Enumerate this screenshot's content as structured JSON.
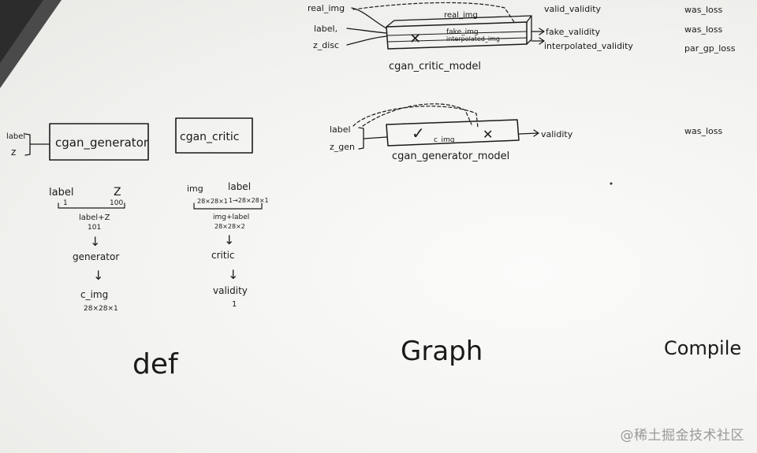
{
  "critic_graph": {
    "inputs": [
      "real_img",
      "label,",
      "z_disc"
    ],
    "inner_labels": [
      "real_img",
      "fake_img",
      "interpolated_img"
    ],
    "cross_mark": "✕",
    "outputs": [
      "valid_validity",
      "fake_validity",
      "interpolated_validity"
    ],
    "model_name": "cgan_critic_model"
  },
  "generator_graph": {
    "inputs": [
      "label",
      "z_gen"
    ],
    "check_mark": "✓",
    "inner_label": "c_img",
    "cross_mark": "✕",
    "output": "validity",
    "model_name": "cgan_generator_model"
  },
  "compile": {
    "critic_losses": [
      "was_loss",
      "was_loss",
      "par_gp_loss"
    ],
    "generator_loss": "was_loss",
    "section_title": "Compile"
  },
  "graph_section_title": "Graph",
  "def_section_title": "def",
  "generator_def": {
    "input_label": "label",
    "input_z": "z",
    "box_title": "cgan_generator",
    "flow": {
      "label": "label",
      "label_dim": "1",
      "z": "Z",
      "z_dim": "100",
      "concat": "label+Z",
      "concat_dim": "101",
      "arrow": "↓",
      "stage": "generator",
      "output": "c_img",
      "output_dim": "28×28×1"
    }
  },
  "critic_def": {
    "box_title": "cgan_critic",
    "flow": {
      "img": "img",
      "img_dim": "28×28×1",
      "label": "label",
      "label_dim": "1→28×28×1",
      "concat": "img+label",
      "concat_dim": "28×28×2",
      "arrow": "↓",
      "stage": "critic",
      "output": "validity",
      "output_dim": "1"
    }
  },
  "watermark": "@稀土掘金技术社区"
}
